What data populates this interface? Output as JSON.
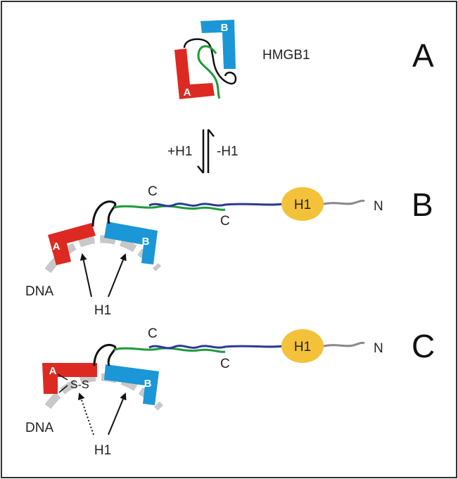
{
  "colors": {
    "box_a": "#dc2a22",
    "box_b": "#1b96d6",
    "acidic_tail": "#1e9a3a",
    "h1_tail": "#2b3b92",
    "h1_globule": "#f3c23a",
    "linker": "#111111",
    "dna": "#c8c8c8",
    "n_tail": "#8a8a8a",
    "frame": "#333333"
  },
  "panel_a": {
    "label": "A",
    "protein_name": "HMGB1",
    "box_a_label": "A",
    "box_b_label": "B"
  },
  "equilibrium": {
    "forward_label": "+H1",
    "reverse_label": "-H1"
  },
  "panel_b": {
    "label": "B",
    "box_a_label": "A",
    "box_b_label": "B",
    "hmgb1_c_label": "C",
    "h1_c_label": "C",
    "h1_label": "H1",
    "n_label": "N",
    "dna_label": "DNA",
    "binding_label": "H1"
  },
  "panel_c": {
    "label": "C",
    "box_a_label": "A",
    "box_b_label": "B",
    "hmgb1_c_label": "C",
    "h1_c_label": "C",
    "h1_label": "H1",
    "n_label": "N",
    "disulfide_label": "S-S",
    "dna_label": "DNA",
    "binding_label": "H1"
  }
}
